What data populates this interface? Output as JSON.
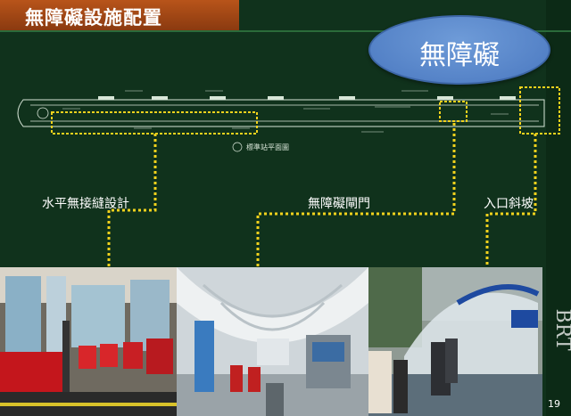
{
  "slide": {
    "title": "無障礙設施配置",
    "badge": "無障礙",
    "page_number": "19"
  },
  "callouts": [
    {
      "key": "level",
      "label": "水平無接縫設計"
    },
    {
      "key": "gate",
      "label": "無障礙閘門"
    },
    {
      "key": "ramp",
      "label": "入口斜坡"
    }
  ],
  "plan": {
    "legend_text": "標準站平面圖"
  },
  "photos": [
    {
      "key": "bus-interior",
      "alt": "bus interior with red seats"
    },
    {
      "key": "station-hall",
      "alt": "station concourse with gates"
    },
    {
      "key": "station-entrance",
      "alt": "station entrance canopy"
    }
  ],
  "logo": {
    "text": "BRT"
  },
  "colors": {
    "background": "#10321c",
    "title_bar": "#b8541a",
    "callout_line": "#f2d21c",
    "badge": "#5b8bd0"
  }
}
